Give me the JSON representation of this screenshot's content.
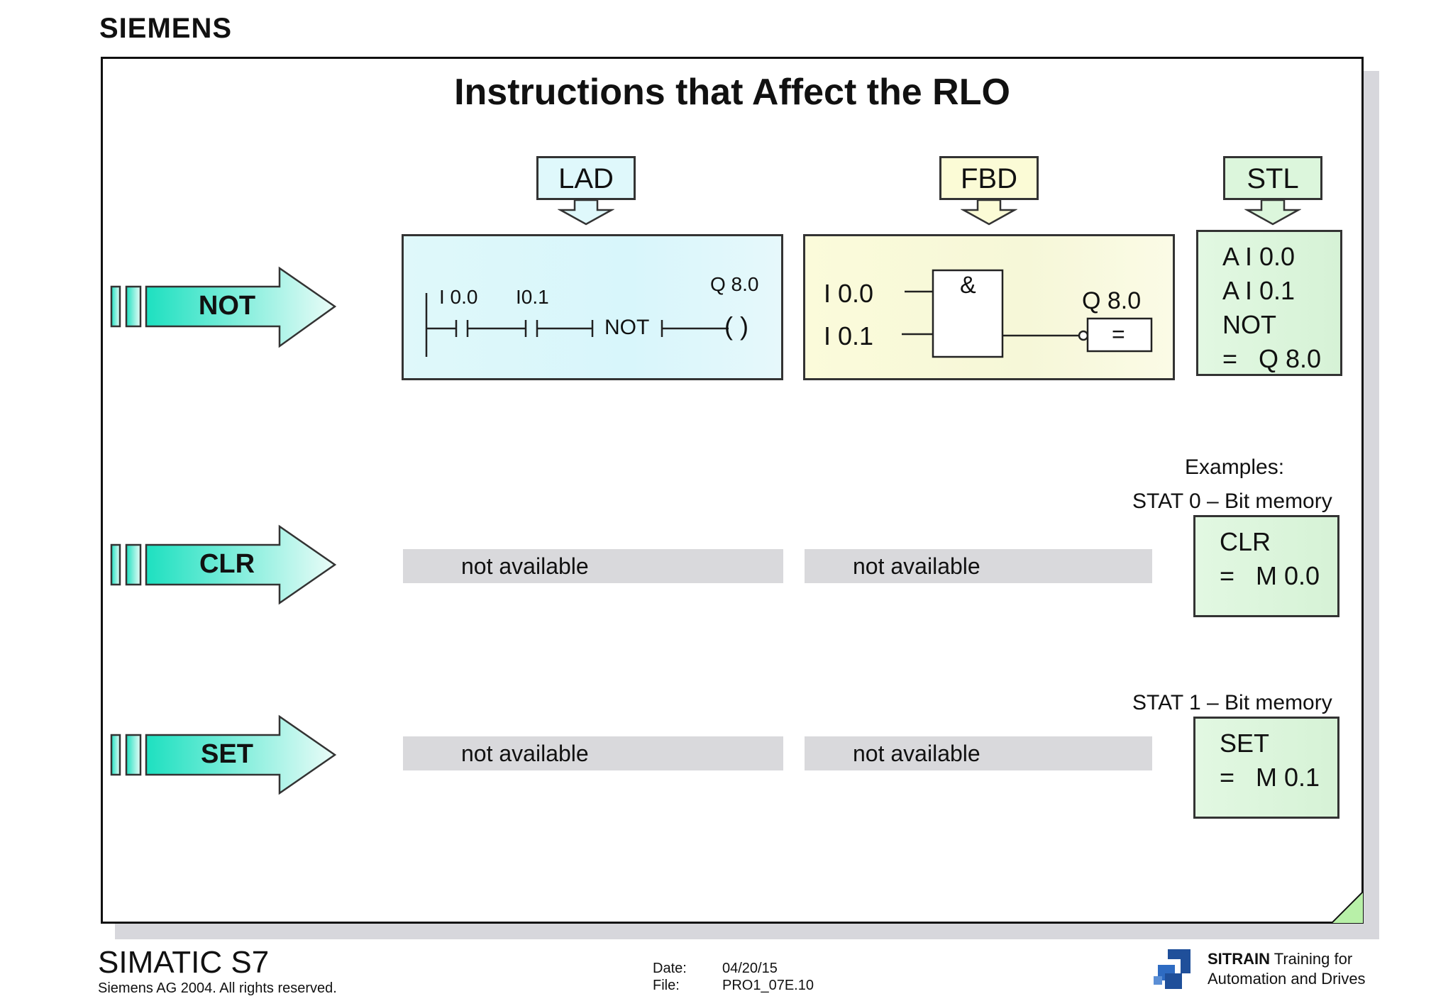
{
  "header": {
    "logo_text": "SIEMENS"
  },
  "slide": {
    "title": "Instructions that Affect the RLO"
  },
  "columns": {
    "lad_label": "LAD",
    "fbd_label": "FBD",
    "stl_label": "STL"
  },
  "rows": {
    "not_label": "NOT",
    "clr_label": "CLR",
    "set_label": "SET"
  },
  "lad": {
    "contact1": "I 0.0",
    "contact2": "I0.1",
    "not_text": "NOT",
    "coil_addr": "Q 8.0",
    "coil_symbol": "( )"
  },
  "fbd": {
    "input1": "I 0.0",
    "input2": "I 0.1",
    "and_symbol": "&",
    "output_addr": "Q 8.0",
    "assign_symbol": "="
  },
  "stl_not": {
    "line1": "A  I 0.0",
    "line2": "A  I 0.1",
    "line3": "NOT",
    "line4": "=   Q 8.0"
  },
  "examples": {
    "heading": "Examples:",
    "stat0": "STAT 0 – Bit memory",
    "stat1": "STAT 1 – Bit memory",
    "clr_line1": "CLR",
    "clr_line2": "=   M 0.0",
    "set_line1": "SET",
    "set_line2": "=   M 0.1"
  },
  "not_available": "not available",
  "footer": {
    "product": "SIMATIC S7",
    "copyright": "Siemens AG 2004. All rights reserved.",
    "date_label": "Date:",
    "date_value": "04/20/15",
    "file_label": "File:",
    "file_value": "PRO1_07E.10",
    "sitrain_bold": "SITRAIN",
    "sitrain_line1": "Training for",
    "sitrain_line2": "Automation and Drives"
  },
  "colors": {
    "arrow_start": "#1de0c0",
    "arrow_end": "#e8fcf8",
    "lad_bg": "#dff8fa",
    "fbd_bg": "#fbfbda",
    "stl_bg": "#e2f8e2",
    "na_bg": "#d9d9dc",
    "sitrain_blue": "#1f4f9a"
  }
}
